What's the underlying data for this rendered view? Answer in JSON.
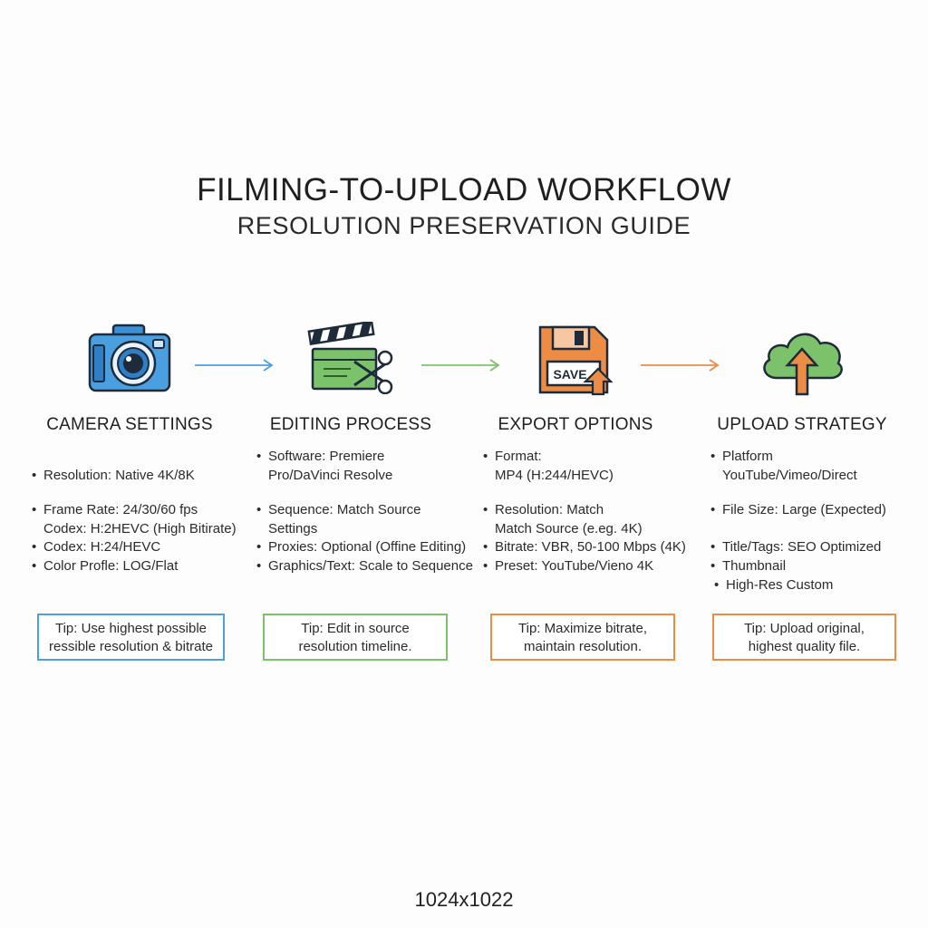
{
  "title": "FILMING-TO-UPLOAD WORKFLOW",
  "subtitle": "RESOLUTION PRESERVATION GUIDE",
  "footer": "1024x1022",
  "colors": {
    "blue": "#4a9fe0",
    "green": "#7cc26b",
    "orange": "#ec8c45"
  },
  "steps": [
    {
      "icon": "camera-icon",
      "heading": "CAMERA SETTINGS",
      "bullets": [
        "Resolution: Native 4K/8K",
        "Frame Rate: 24/30/60 fps",
        "Codex: H:2HEVC (High Bitirate)",
        "Codex: H:24/HEVC",
        "Color Profle: LOG/Flat"
      ],
      "tip": [
        "Tip: Use highest possible",
        "ressible resolution & bitrate"
      ]
    },
    {
      "icon": "clapperboard-scissors-icon",
      "heading": "EDITING PROCESS",
      "bullets": [
        "Software: Premiere",
        "Pro/DaVinci Resolve",
        "Sequence: Match Source",
        "Settings",
        "Proxies: Optional (Offine Editing)",
        "Graphics/Text: Scale to Sequence"
      ],
      "tip": [
        "Tip: Edit in source",
        "resolution timeline."
      ]
    },
    {
      "icon": "floppy-save-icon",
      "icon_label": "SAVE",
      "heading": "EXPORT OPTIONS",
      "bullets": [
        "Format:",
        "MP4 (H:244/HEVC)",
        "Resolution: Match",
        "Match Source (e.eg. 4K)",
        "Bitrate: VBR, 50-100 Mbps (4K)",
        "Preset:  YouTube/Vieno 4K"
      ],
      "tip": [
        "Tip: Maximize bitrate,",
        "maintain resolution."
      ]
    },
    {
      "icon": "cloud-upload-icon",
      "heading": "UPLOAD STRATEGY",
      "bullets": [
        "Platform",
        "YouTube/Vimeo/Direct",
        "File Size: Large (Expected)",
        "Title/Tags: SEO Optimized",
        "Thumbnail",
        "High-Res Custom"
      ],
      "tip": [
        "Tip: Upload original,",
        "highest quality file."
      ]
    }
  ]
}
